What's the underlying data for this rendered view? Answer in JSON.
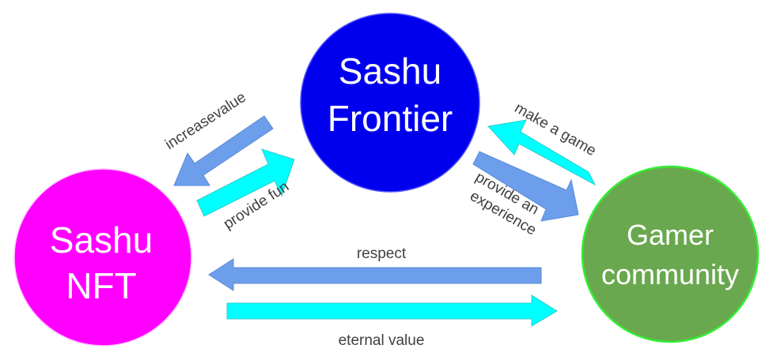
{
  "colors": {
    "frontier": "#0000ee",
    "nft": "#ff00ff",
    "gamer": "#6aa84f",
    "gamer_stroke": "#33ee33",
    "blue_arrow": "#6d9eeb",
    "cyan_arrow": "#00ffff",
    "label": "#404040"
  },
  "nodes": {
    "frontier": {
      "line1": "Sashu",
      "line2": "Frontier"
    },
    "nft": {
      "line1": "Sashu",
      "line2": "NFT"
    },
    "gamer": {
      "line1": "Gamer",
      "line2": "community"
    }
  },
  "edges": {
    "increase_value": "increasevalue",
    "provide_fun": "provide fun",
    "make_a_game": "make a game",
    "provide_experience": {
      "line1": "provide an",
      "line2": "experience"
    },
    "respect": "respect",
    "eternal_value": "eternal value"
  }
}
